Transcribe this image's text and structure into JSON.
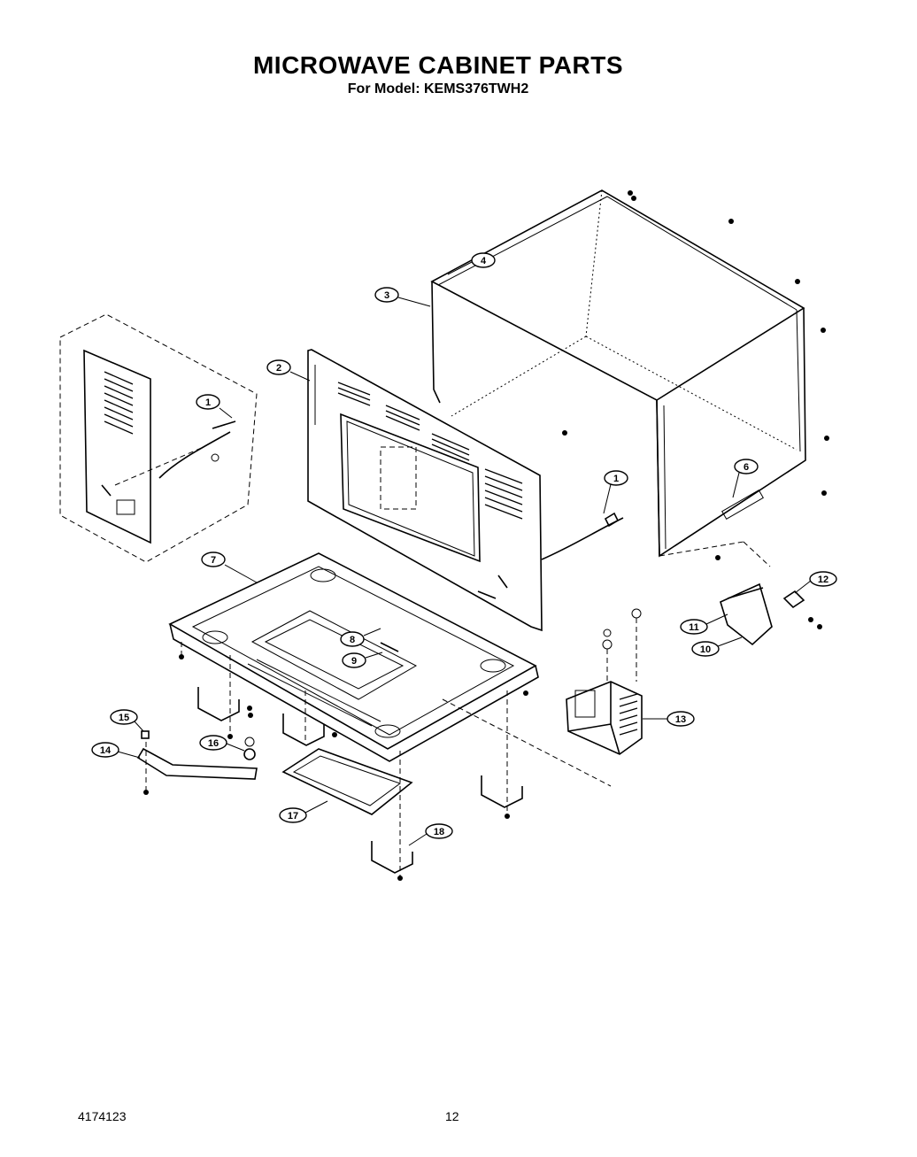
{
  "header": {
    "title": "MICROWAVE CABINET PARTS",
    "model_line": "For Model: KEMS376TWH2"
  },
  "footer": {
    "doc_number": "4174123",
    "page_number": "12"
  },
  "callouts": [
    "1",
    "1",
    "2",
    "3",
    "4",
    "6",
    "7",
    "8",
    "9",
    "10",
    "11",
    "12",
    "13",
    "14",
    "15",
    "16",
    "17",
    "18"
  ]
}
